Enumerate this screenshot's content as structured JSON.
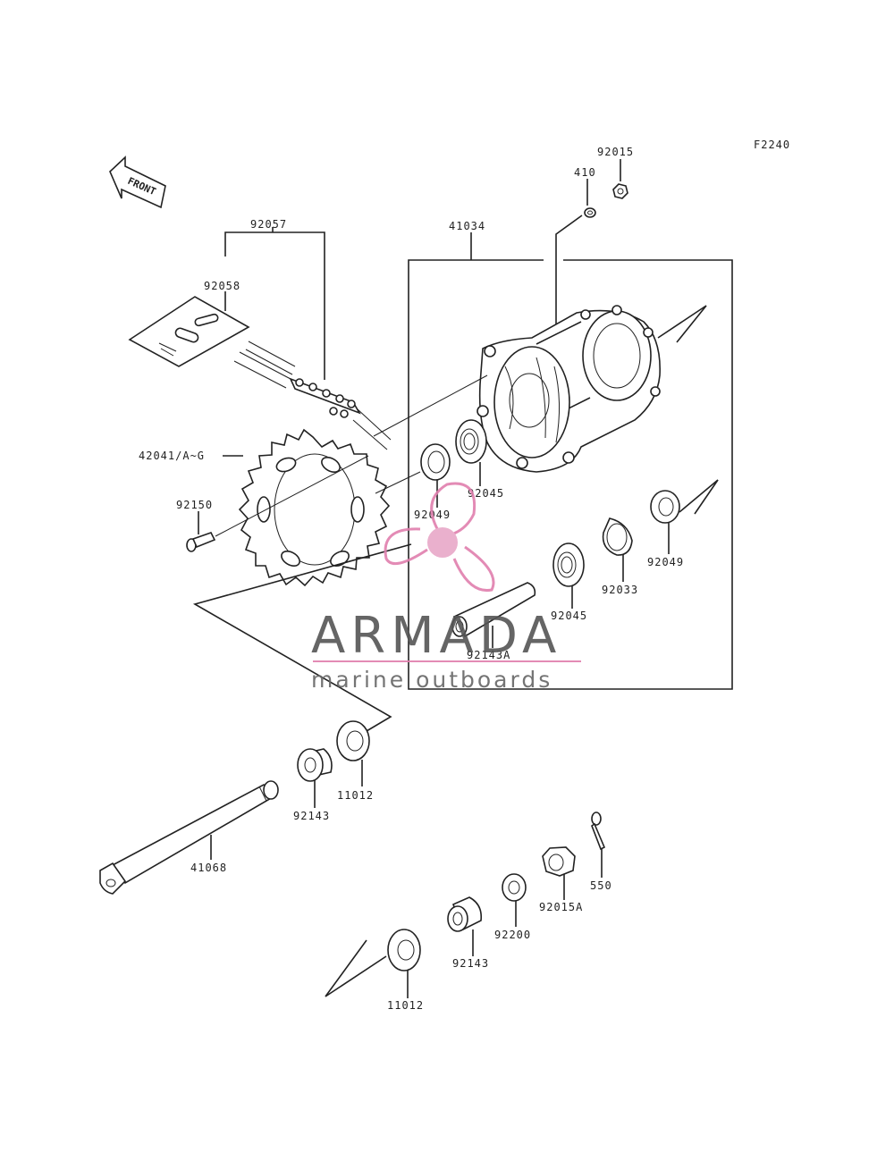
{
  "figure_code": "F2240",
  "front_label": "FRONT",
  "watermark": {
    "brand": "ARMADA",
    "tagline": "marine outboards",
    "accent_color": "#e07fae",
    "text_color": "#555555"
  },
  "parts": {
    "p92015": "92015",
    "p410": "410",
    "p41034": "41034",
    "p92057": "92057",
    "p92058": "92058",
    "p42041": "42041/A~G",
    "p92150": "92150",
    "p92045a": "92045",
    "p92049a": "92049",
    "p92049b": "92049",
    "p92033": "92033",
    "p92045b": "92045",
    "p92143A": "92143A",
    "p11012a": "11012",
    "p92143a": "92143",
    "p41068": "41068",
    "p550": "550",
    "p92015A": "92015A",
    "p92200": "92200",
    "p92143b": "92143",
    "p11012b": "11012"
  }
}
